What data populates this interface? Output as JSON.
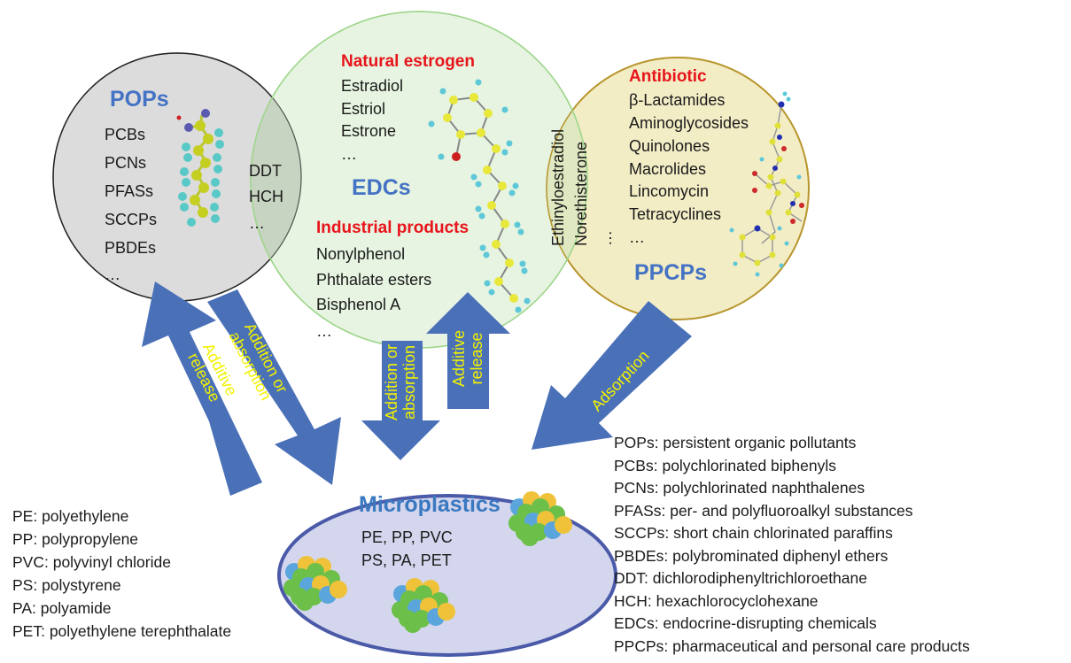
{
  "colors": {
    "pops_fill": "#dcdcdc",
    "pops_stroke": "#222222",
    "edcs_fill": "#e2f2dc",
    "edcs_stroke": "#9fd68c",
    "ppcps_fill": "#f3edc6",
    "ppcps_stroke": "#b8962e",
    "microplastics_fill": "#d4d6ee",
    "microplastics_stroke": "#4a5aa8",
    "arrow_fill": "#4a70b8",
    "arrow_text": "#f2f200",
    "heading_blue": "#4472c4",
    "heading_red": "#e8141b"
  },
  "pops": {
    "title": "POPs",
    "items": [
      "PCBs",
      "PCNs",
      "PFASs",
      "SCCPs",
      "PBDEs",
      "…"
    ]
  },
  "pops_edcs_overlap": {
    "items": [
      "DDT",
      "HCH",
      "…"
    ]
  },
  "edcs": {
    "title": "EDCs",
    "natural_heading": "Natural estrogen",
    "natural_items": [
      "Estradiol",
      "Estriol",
      "Estrone",
      "…"
    ],
    "industrial_heading": "Industrial products",
    "industrial_items": [
      "Nonylphenol",
      "Phthalate esters",
      "Bisphenol A",
      "…"
    ]
  },
  "edcs_ppcps_overlap": {
    "items": [
      "Ethinyloestradiol",
      "Norethisterone",
      "…"
    ]
  },
  "ppcps": {
    "title": "PPCPs",
    "antibiotic_heading": "Antibiotic",
    "items": [
      "β-Lactamides",
      "Aminoglycosides",
      "Quinolones",
      "Macrolides",
      "Lincomycin",
      "Tetracyclines",
      "…"
    ]
  },
  "microplastics": {
    "title": "Microplastics",
    "line1": "PE, PP, PVC",
    "line2": "PS, PA, PET"
  },
  "arrows": {
    "pops_up": [
      "Additive",
      "release"
    ],
    "pops_down": [
      "Addition or",
      "absorption"
    ],
    "edcs_down": [
      "Addition or",
      "absorption"
    ],
    "edcs_up": [
      "Additive",
      "release"
    ],
    "ppcps_down": [
      "Adsorption"
    ]
  },
  "legend_left": [
    "PE: polyethylene",
    "PP: polypropylene",
    "PVC: polyvinyl chloride",
    "PS: polystyrene",
    "PA: polyamide",
    "PET: polyethylene terephthalate"
  ],
  "legend_right": [
    "POPs: persistent organic pollutants",
    "PCBs: polychlorinated biphenyls",
    "PCNs: polychlorinated naphthalenes",
    "PFASs: per- and polyfluoroalkyl substances",
    "SCCPs: short chain chlorinated paraffins",
    "PBDEs: polybrominated diphenyl ethers",
    "DDT: dichlorodiphenyltrichloroethane",
    "HCH: hexachlorocyclohexane",
    "EDCs: endocrine-disrupting chemicals",
    "PPCPs: pharmaceutical and personal care products"
  ]
}
